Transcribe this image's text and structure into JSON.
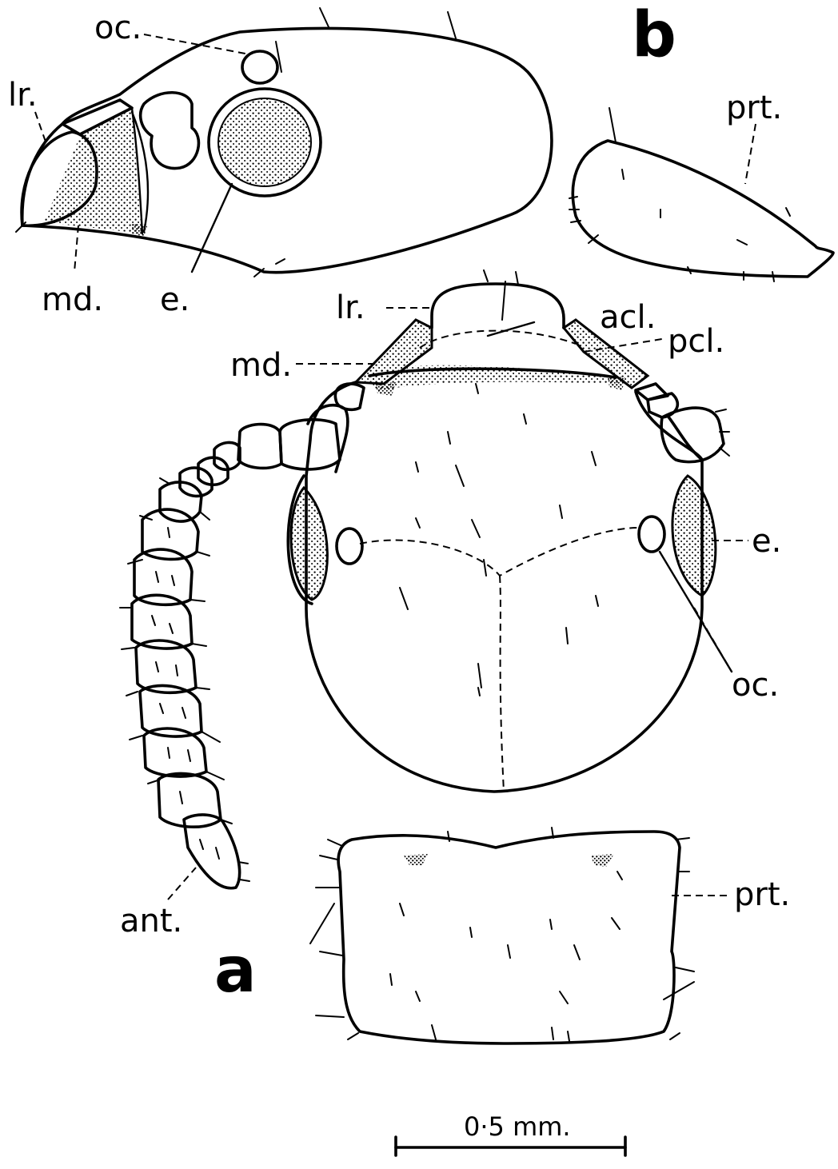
{
  "figure": {
    "panel_a_label": "a",
    "panel_b_label": "b",
    "scale_bar_label": "0·5 mm."
  },
  "panel_b": {
    "labels": {
      "oc": "oc.",
      "lr": "lr.",
      "md": "md.",
      "e": "e.",
      "prt": "prt."
    }
  },
  "panel_a": {
    "labels": {
      "lr": "lr.",
      "acl": "acl.",
      "pcl": "pcl.",
      "md": "md.",
      "e": "e.",
      "oc": "oc.",
      "ant": "ant.",
      "prt": "prt."
    }
  },
  "colors": {
    "ink": "#000000",
    "paper": "#ffffff"
  }
}
